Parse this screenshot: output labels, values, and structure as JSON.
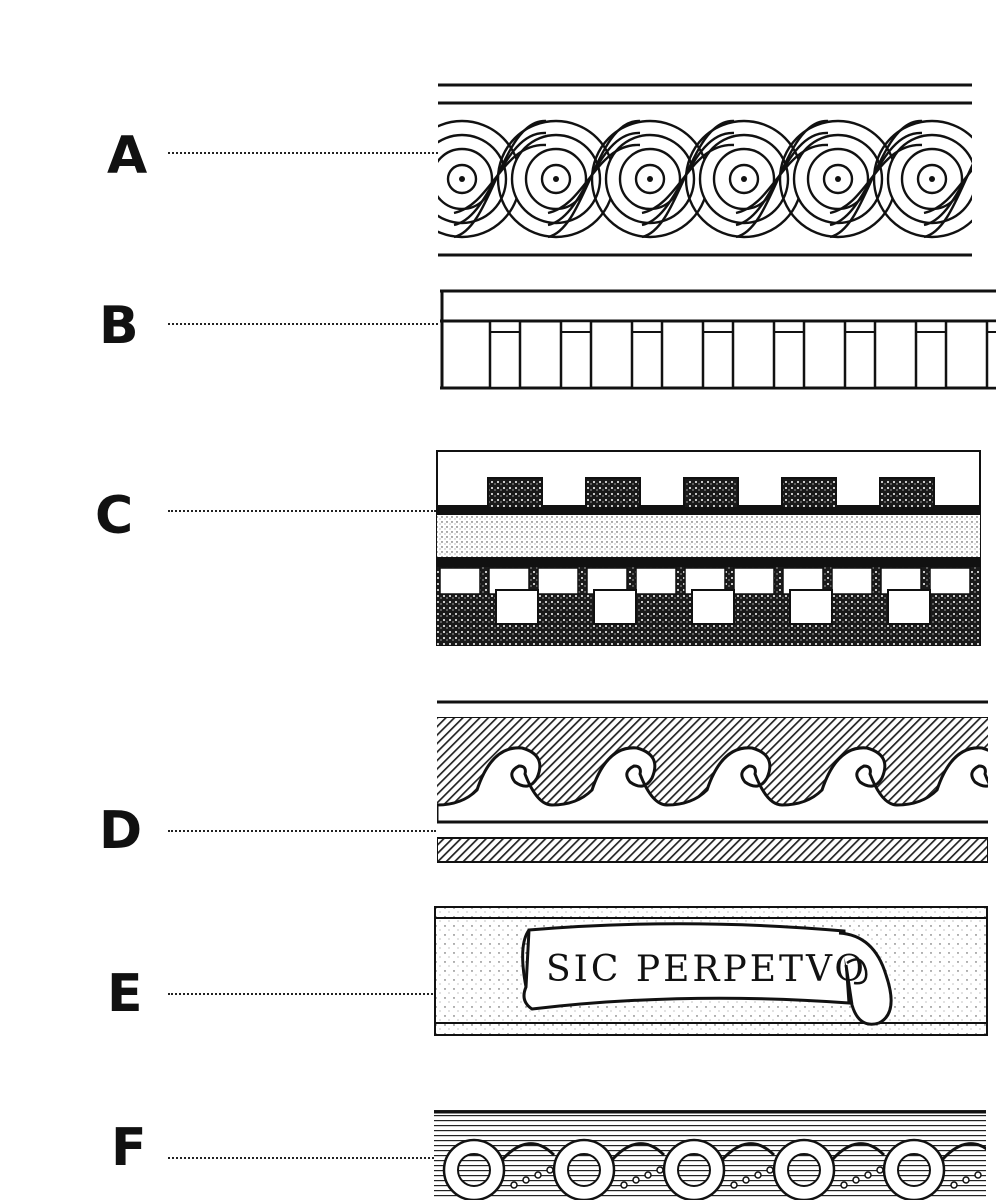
{
  "labels": {
    "a": "A",
    "b": "B",
    "c": "C",
    "d": "D",
    "e": "E",
    "f": "F"
  },
  "banner": {
    "text": "SIC PERPETVO"
  },
  "colors": {
    "ink": "#111111",
    "paper": "#ffffff",
    "hatch": "#333333"
  }
}
